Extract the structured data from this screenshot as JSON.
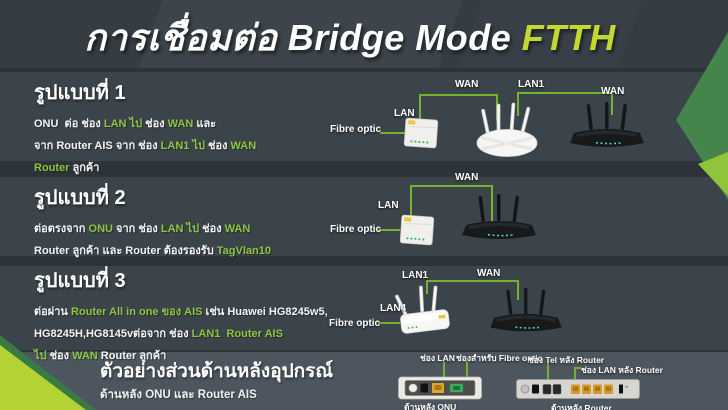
{
  "colors": {
    "background": "#2d3439",
    "band": "#3c444b",
    "bottom_band": "#4d565e",
    "accent_green_text": "#8dc63f",
    "title_highlight": "#c3d930",
    "wire_green": "#74b42c",
    "arrow_dark_green": "#45854c",
    "arrow_light_green": "#8fc43c"
  },
  "title": {
    "main": "การเชื่อมต่อ Bridge Mode ",
    "highlight": "FTTH"
  },
  "section1": {
    "heading": "รูปแบบที่ 1",
    "l1a": "ONU  ต่อ ช่อง ",
    "l1b": "LAN ไป",
    "l1c": " ช่อง ",
    "l1d": "WAN",
    "l1e": " และ",
    "l2a": "จาก Router AIS จาก ช่อง ",
    "l2b": "LAN1 ไป",
    "l2c": " ช่อง ",
    "l2d": "WAN",
    "l3a": "Router",
    "l3b": " ลูกค้า",
    "labels": {
      "fibre": "Fibre optic",
      "lan": "LAN",
      "wan1": "WAN",
      "lan1": "LAN1",
      "wan2": "WAN"
    }
  },
  "section2": {
    "heading": "รูปแบบที่ 2",
    "l1a": "ต่อตรงจาก ",
    "l1b": "ONU",
    "l1c": " จาก ช่อง ",
    "l1d": "LAN ไป",
    "l1e": " ช่อง ",
    "l1f": "WAN",
    "l2a": "Router ลูกค้า และ Router ต้องรองรับ ",
    "l2b": "TagVlan10",
    "labels": {
      "fibre": "Fibre optic",
      "lan": "LAN",
      "wan": "WAN"
    }
  },
  "section3": {
    "heading": "รูปแบบที่ 3",
    "l1a": "ต่อผ่าน ",
    "l1b": "Router All in one ของ AIS",
    "l1c": " เช่น Huawei HG8245w5,",
    "l2a": "HG8245H,HG8145vต่อจาก ช่อง ",
    "l2b": "LAN1  Router AIS",
    "l3a": "ไป",
    "l3b": " ช่อง ",
    "l3c": "WAN",
    "l3d": " Router ลูกค้า",
    "labels": {
      "lan1": "LAN1",
      "wan": "WAN",
      "lan4": "LAN4",
      "fibre": "Fibre optic"
    }
  },
  "bottom": {
    "heading": "ตัวอย่างส่วนด้านหลังอุปกรณ์",
    "sub": "ด้านหลัง ONU และ Router AIS",
    "onu_back": {
      "label_lan": "ช่อง LAN",
      "label_fibre": "ช่องสำหรับ Fibre optic",
      "caption": "ด้านหลัง ONU"
    },
    "router_back": {
      "label_tel": "ช่อง Tel หลัง Router",
      "label_lan": "ช่อง LAN หลัง Router",
      "caption": "ด้านหลัง Router"
    }
  }
}
